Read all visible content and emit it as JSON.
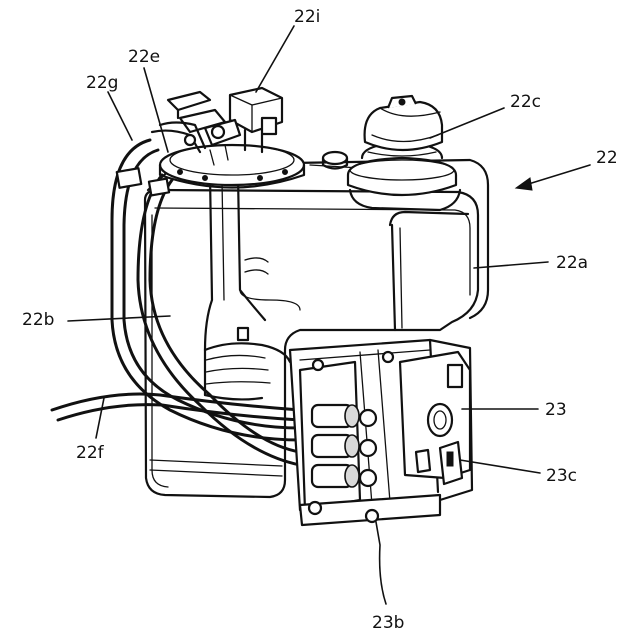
{
  "labels": {
    "l22": "22",
    "l22a": "22a",
    "l22b": "22b",
    "l22c": "22c",
    "l22e": "22e",
    "l22f": "22f",
    "l22g": "22g",
    "l22i": "22i",
    "l23": "23",
    "l23b": "23b",
    "l23c": "23c"
  }
}
